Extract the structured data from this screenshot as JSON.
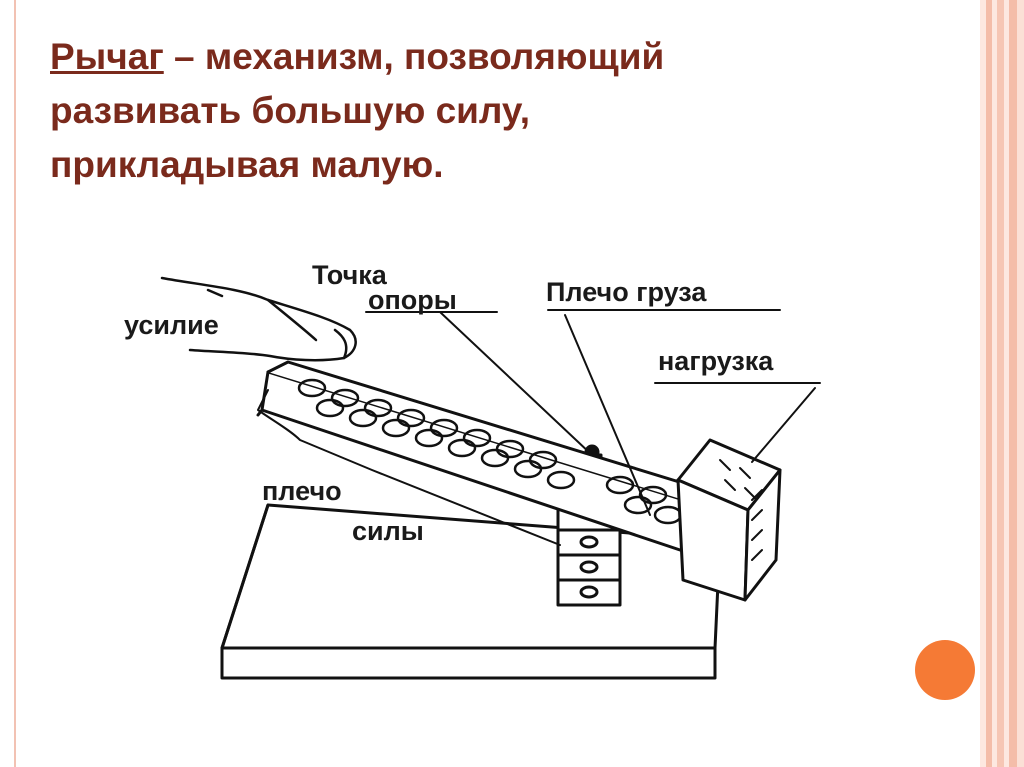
{
  "title": {
    "term": "Рычаг",
    "definition_line1": " – механизм, позволяющий",
    "definition_line2": "развивать большую силу,",
    "definition_line3": "прикладывая малую."
  },
  "diagram": {
    "labels": {
      "effort": "усилие",
      "fulcrum_line1": "Точка",
      "fulcrum_line2": "опоры",
      "load_arm": "Плечо груза",
      "load": "нагрузка",
      "force_arm_line1": "плечо",
      "force_arm_line2": "силы"
    }
  },
  "colors": {
    "title": "#7a2a1c",
    "accent": "#f57a35",
    "stripe_light": "#fbd9cc",
    "stripe_mid": "#f2b9a4"
  }
}
